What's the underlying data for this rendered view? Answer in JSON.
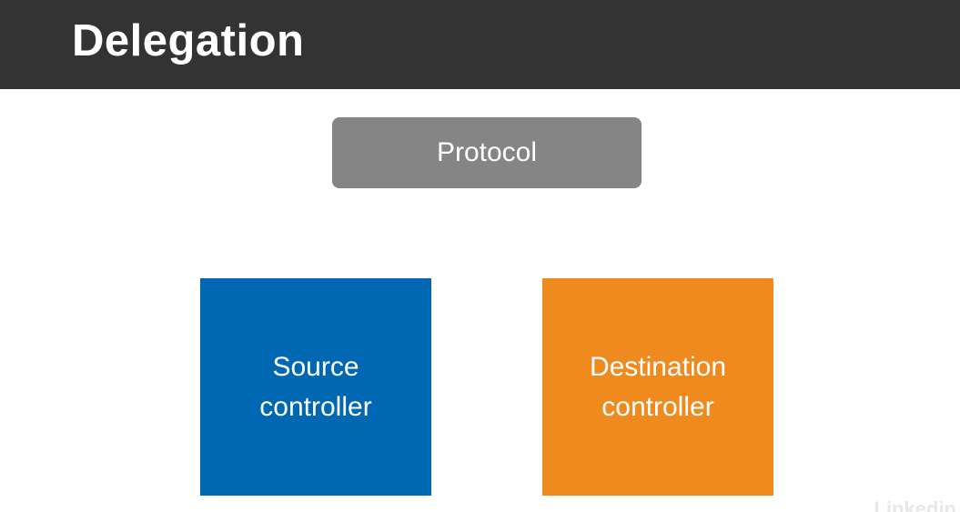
{
  "slide": {
    "title": "Delegation"
  },
  "diagram": {
    "protocol": {
      "label": "Protocol",
      "color": "#858585"
    },
    "source": {
      "line1": "Source",
      "line2": "controller",
      "color": "#0068B3"
    },
    "destination": {
      "line1": "Destination",
      "line2": "controller",
      "color": "#EF8A1F"
    }
  },
  "watermark": {
    "text": "Linkedin"
  }
}
